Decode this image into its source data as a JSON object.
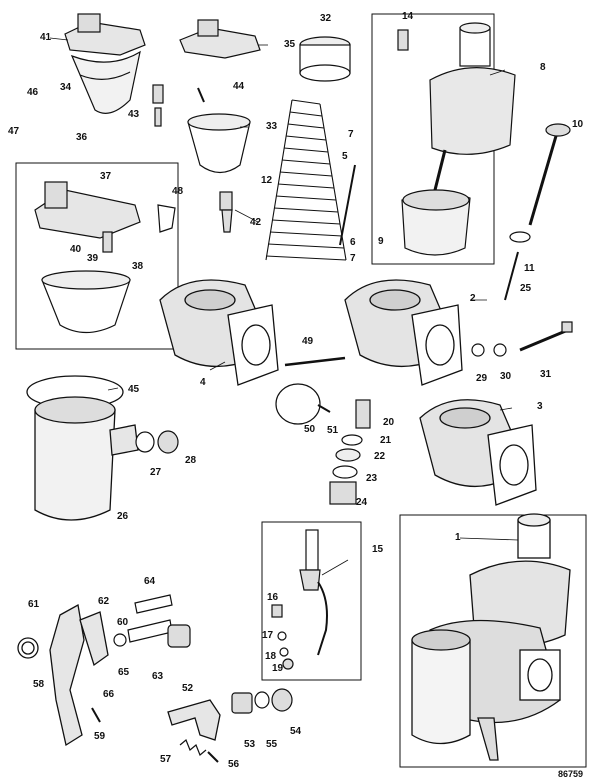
{
  "labels": [
    "41",
    "34",
    "36",
    "46",
    "47",
    "32",
    "35",
    "43",
    "44",
    "33",
    "14",
    "8",
    "10",
    "7",
    "5",
    "12",
    "6",
    "7",
    "9",
    "11",
    "25",
    "37",
    "48",
    "42",
    "40",
    "39",
    "38",
    "2",
    "49",
    "4",
    "29",
    "30",
    "31",
    "45",
    "50",
    "51",
    "20",
    "21",
    "22",
    "23",
    "24",
    "3",
    "27",
    "28",
    "26",
    "15",
    "64",
    "61",
    "62",
    "60",
    "65",
    "63",
    "16",
    "17",
    "18",
    "19",
    "1",
    "58",
    "66",
    "52",
    "53",
    "55",
    "54",
    "59",
    "57",
    "56"
  ],
  "ref_code": "86759",
  "colors": {
    "ink": "#111111",
    "paper": "#ffffff",
    "shade": "#cfcfcf"
  }
}
